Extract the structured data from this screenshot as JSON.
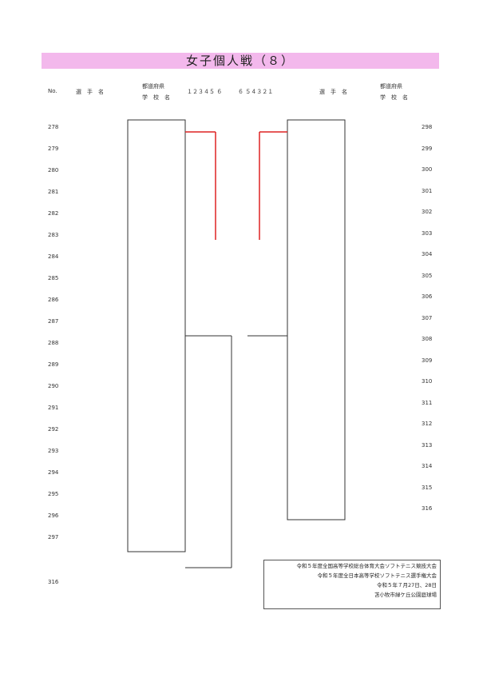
{
  "title": "女子個人戦（８）",
  "header": {
    "no": "No.",
    "player": "選　手　名",
    "pref": "都道府県",
    "school": "学　校　名",
    "rounds_l": "１２３４５ ６",
    "rounds_r": "６ ５４３２１"
  },
  "left_nums": [
    "278",
    "279",
    "280",
    "281",
    "282",
    "283",
    "284",
    "285",
    "286",
    "287",
    "288",
    "289",
    "290",
    "291",
    "292",
    "293",
    "294",
    "295",
    "296",
    "297"
  ],
  "right_nums": [
    "298",
    "299",
    "300",
    "301",
    "302",
    "303",
    "304",
    "305",
    "306",
    "307",
    "308",
    "309",
    "310",
    "311",
    "312",
    "313",
    "314",
    "315",
    "316"
  ],
  "final_num": "316",
  "footer": {
    "l1": "令和５年度全国高等学校総合体育大会ソフトテニス競技大会",
    "l2": "令和５年度全日本高等学校ソフトテニス選手権大会",
    "l3": "令和５年７月27日、28日",
    "l4": "苫小牧市緑ケ丘公園庭球場"
  }
}
